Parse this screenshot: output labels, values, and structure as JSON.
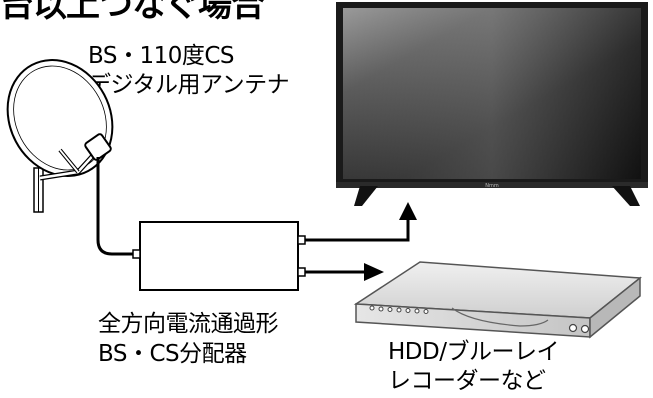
{
  "title": "台以上つなぐ場合",
  "antenna": {
    "line1": "BS・110度CS",
    "line2": "デジタル用アンテナ"
  },
  "splitter": {
    "line1": "全方向電流通過形",
    "line2": "BS・CS分配器"
  },
  "recorder": {
    "line1": "HDD/ブルーレイ",
    "line2": "レコーダーなど"
  },
  "tv": {
    "brand_text": "Nmm"
  }
}
